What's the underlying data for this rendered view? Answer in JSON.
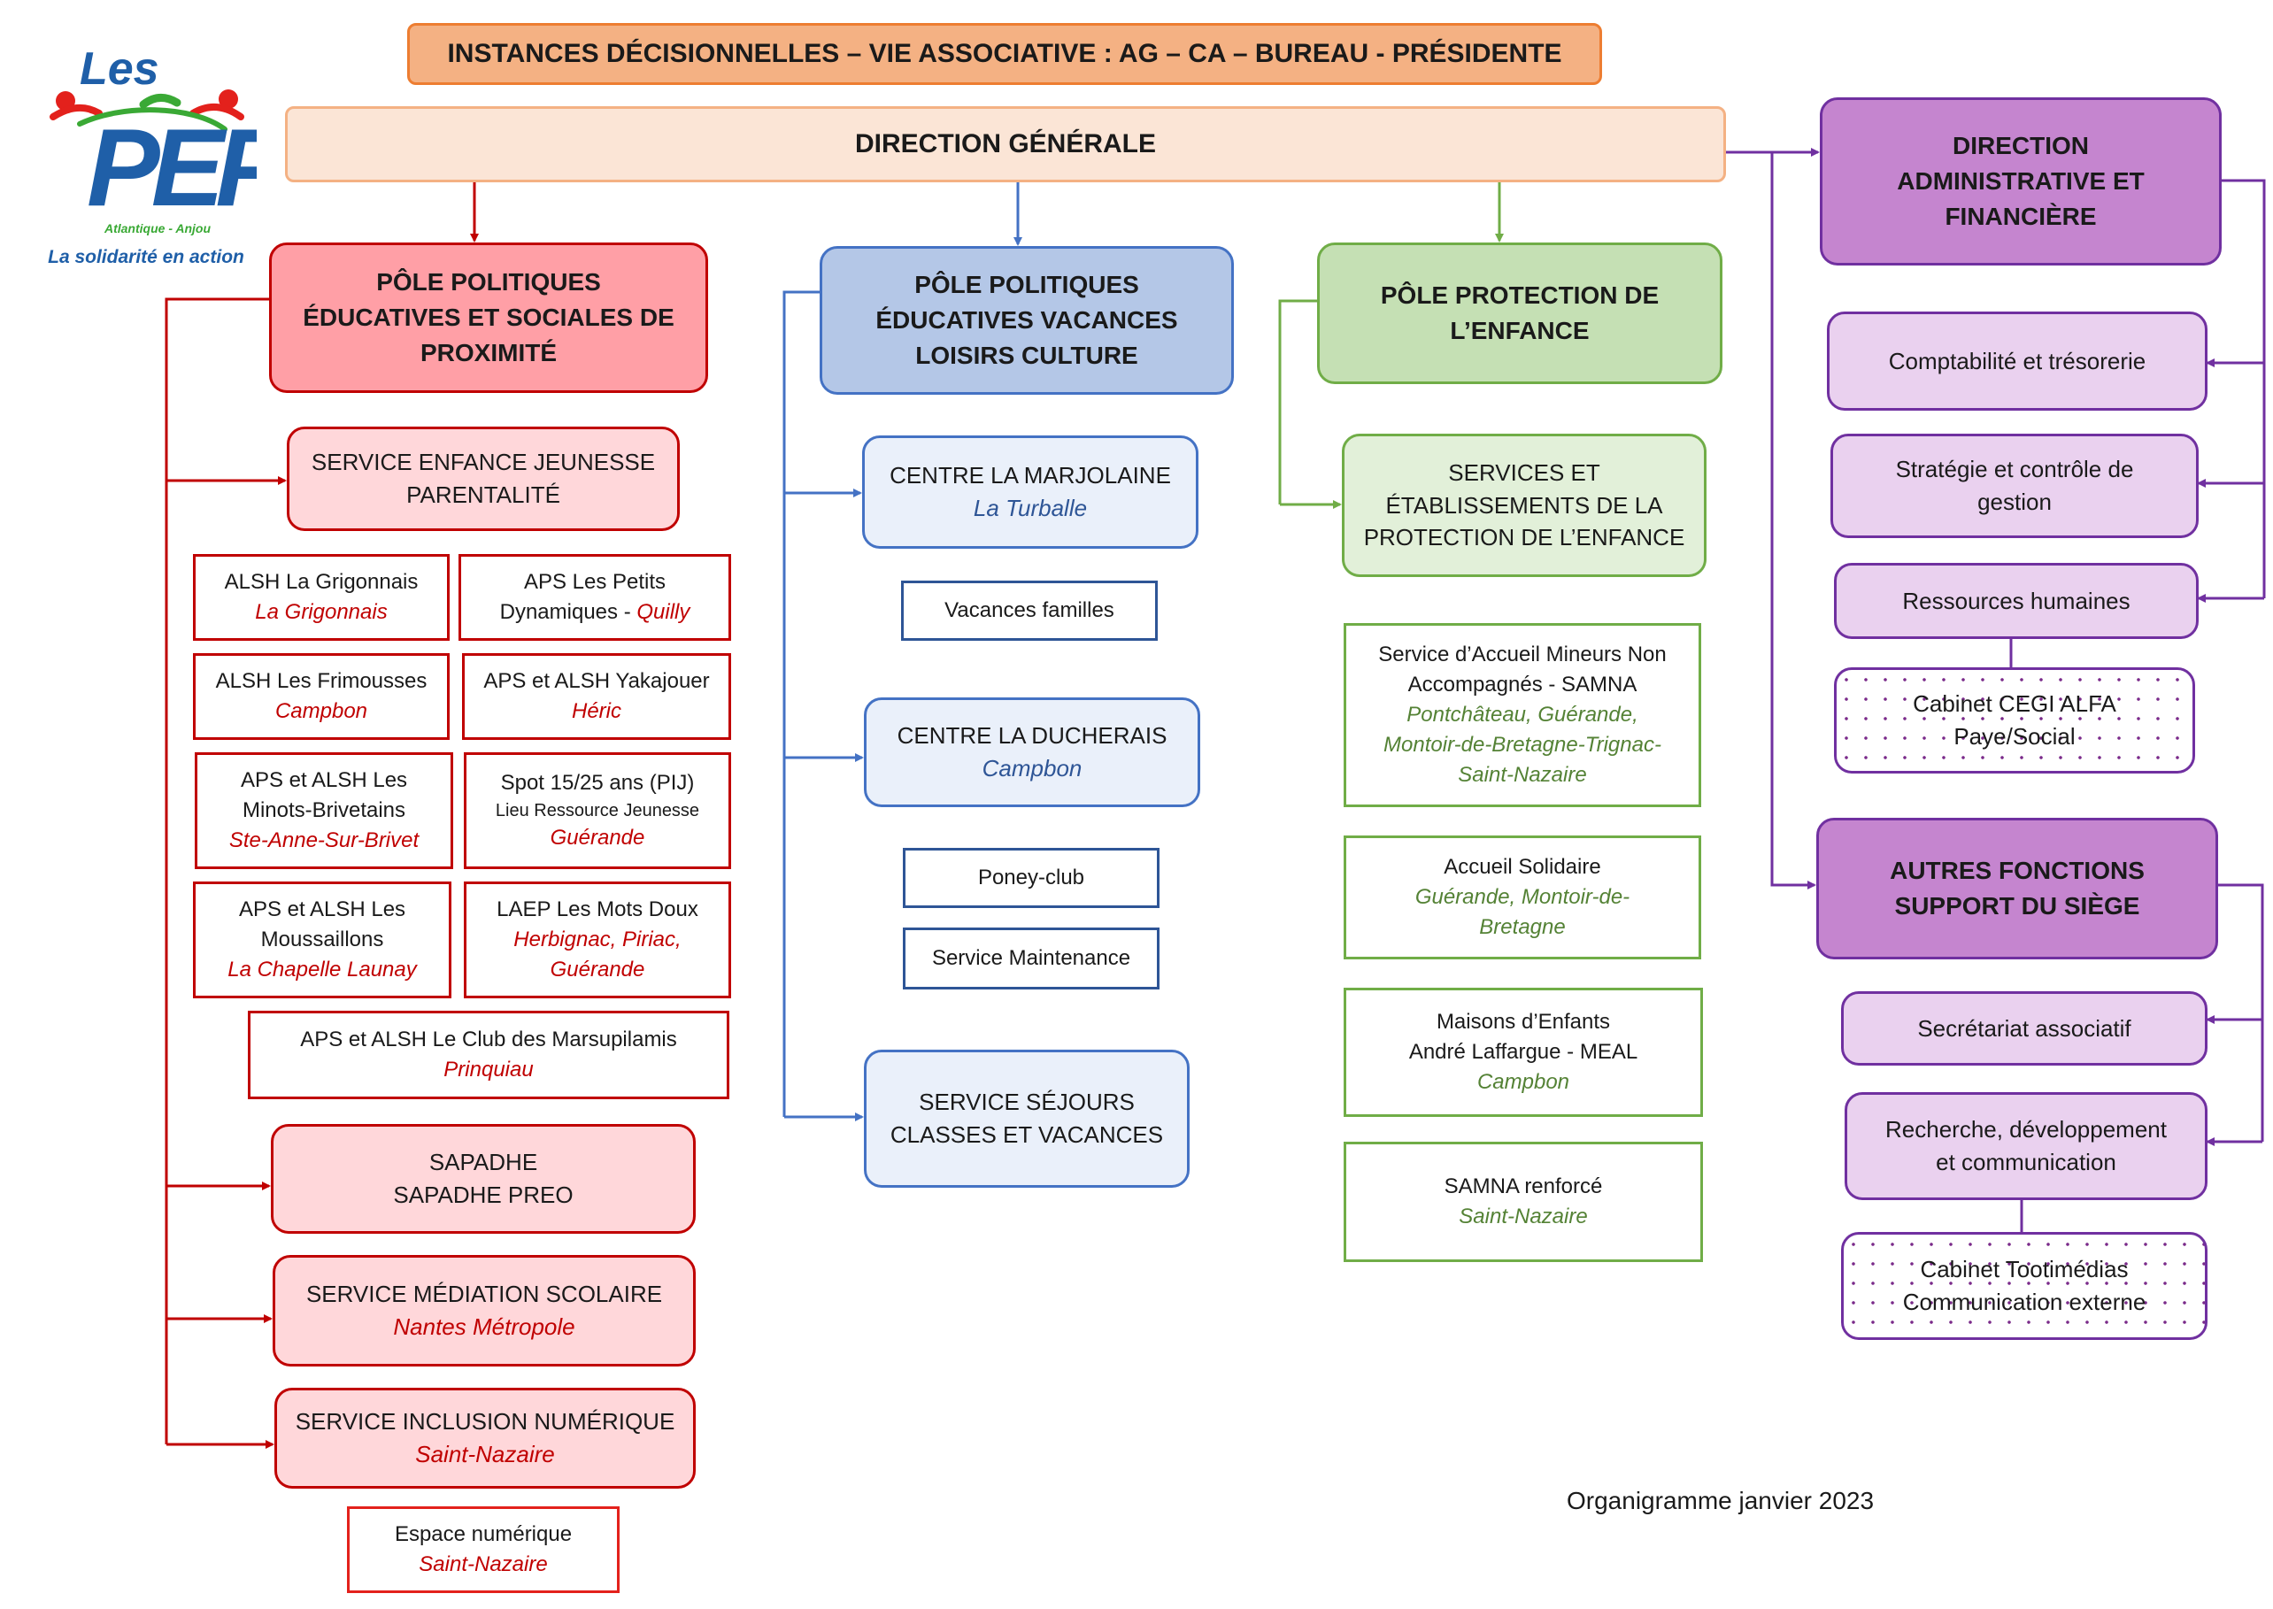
{
  "logo": {
    "word_les": "Les",
    "word_pep": "PEP",
    "region": "Atlantique - Anjou",
    "tagline": "La solidarité en action"
  },
  "header": {
    "instances": "INSTANCES DÉCISIONNELLES – VIE ASSOCIATIVE : AG – CA – BUREAU - PRÉSIDENTE",
    "direction_generale": "DIRECTION GÉNÉRALE"
  },
  "pole_sociales": {
    "title_l1": "PÔLE POLITIQUES",
    "title_l2": "ÉDUCATIVES ET SOCIALES DE",
    "title_l3": "PROXIMITÉ",
    "service_enfance_l1": "SERVICE ENFANCE JEUNESSE",
    "service_enfance_l2": "PARENTALITÉ",
    "sites": [
      {
        "name": "ALSH La Grigonnais",
        "place": "La Grigonnais"
      },
      {
        "name_l1": "APS Les Petits",
        "name_l2": "Dynamiques - ",
        "place": "Quilly"
      },
      {
        "name": "ALSH Les Frimousses",
        "place": "Campbon"
      },
      {
        "name": "APS et ALSH Yakajouer",
        "place": "Héric"
      },
      {
        "name_l1": "APS et ALSH Les",
        "name_l2": "Minots-Brivetains",
        "place": "Ste-Anne-Sur-Brivet"
      },
      {
        "name": "Spot 15/25 ans (PIJ)",
        "sub": "Lieu Ressource Jeunesse",
        "place": "Guérande"
      },
      {
        "name_l1": "APS et ALSH Les",
        "name_l2": "Moussaillons",
        "place": "La Chapelle Launay"
      },
      {
        "name": "LAEP Les Mots Doux",
        "place_l1": "Herbignac, Piriac,",
        "place_l2": "Guérande"
      },
      {
        "name": "APS et ALSH Le Club des Marsupilamis",
        "place": "Prinquiau"
      }
    ],
    "sapadhe_l1": "SAPADHE",
    "sapadhe_l2": "SAPADHE PREO",
    "mediation_l1": "SERVICE MÉDIATION SCOLAIRE",
    "mediation_l2": "Nantes Métropole",
    "inclusion_l1": "SERVICE INCLUSION NUMÉRIQUE",
    "inclusion_l2": "Saint-Nazaire",
    "espace_l1": "Espace numérique",
    "espace_l2": "Saint-Nazaire"
  },
  "pole_vacances": {
    "title_l1": "PÔLE POLITIQUES",
    "title_l2": "ÉDUCATIVES VACANCES",
    "title_l3": "LOISIRS CULTURE",
    "marjolaine_l1": "CENTRE LA MARJOLAINE",
    "marjolaine_l2": "La Turballe",
    "vacances_familles": "Vacances familles",
    "ducherais_l1": "CENTRE LA DUCHERAIS",
    "ducherais_l2": "Campbon",
    "poney_club": "Poney-club",
    "maintenance": "Service Maintenance",
    "sejours_l1": "SERVICE SÉJOURS",
    "sejours_l2": "CLASSES ET VACANCES"
  },
  "pole_protection": {
    "title_l1": "PÔLE PROTECTION DE",
    "title_l2": "L’ENFANCE",
    "services_l1": "SERVICES ET",
    "services_l2": "ÉTABLISSEMENTS DE LA",
    "services_l3": "PROTECTION DE L’ENFANCE",
    "samna_l1": "Service d’Accueil Mineurs Non",
    "samna_l2": "Accompagnés - SAMNA",
    "samna_l3": "Pontchâteau, Guérande,",
    "samna_l4": "Montoir-de-Bretagne-Trignac-",
    "samna_l5": "Saint-Nazaire",
    "accueil_l1": "Accueil Solidaire",
    "accueil_l2": "Guérande, Montoir-de-",
    "accueil_l3": "Bretagne",
    "maisons_l1": "Maisons d’Enfants",
    "maisons_l2": "André Laffargue - MEAL",
    "maisons_l3": "Campbon",
    "renforce_l1": "SAMNA renforcé",
    "renforce_l2": "Saint-Nazaire"
  },
  "direction_admin": {
    "title_l1": "DIRECTION",
    "title_l2": "ADMINISTRATIVE ET",
    "title_l3": "FINANCIÈRE",
    "comptabilite": "Comptabilité et trésorerie",
    "strategie_l1": "Stratégie et contrôle de",
    "strategie_l2": "gestion",
    "rh": "Ressources humaines",
    "cegi_l1": "Cabinet CEGI ALFA",
    "cegi_l2": "Paye/Social"
  },
  "autres_fonctions": {
    "title_l1": "AUTRES FONCTIONS",
    "title_l2": "SUPPORT DU SIÈGE",
    "secretariat": "Secrétariat associatif",
    "recherche_l1": "Recherche, développement",
    "recherche_l2": "et communication",
    "tootimedias_l1": "Cabinet Tootimédias",
    "tootimedias_l2": "Communication externe"
  },
  "footer": {
    "caption": "Organigramme janvier 2023"
  },
  "colors": {
    "red": "#c00000",
    "blue": "#4472c4",
    "green": "#70ad47",
    "purple": "#7030a0",
    "orange": "#f4b183"
  }
}
